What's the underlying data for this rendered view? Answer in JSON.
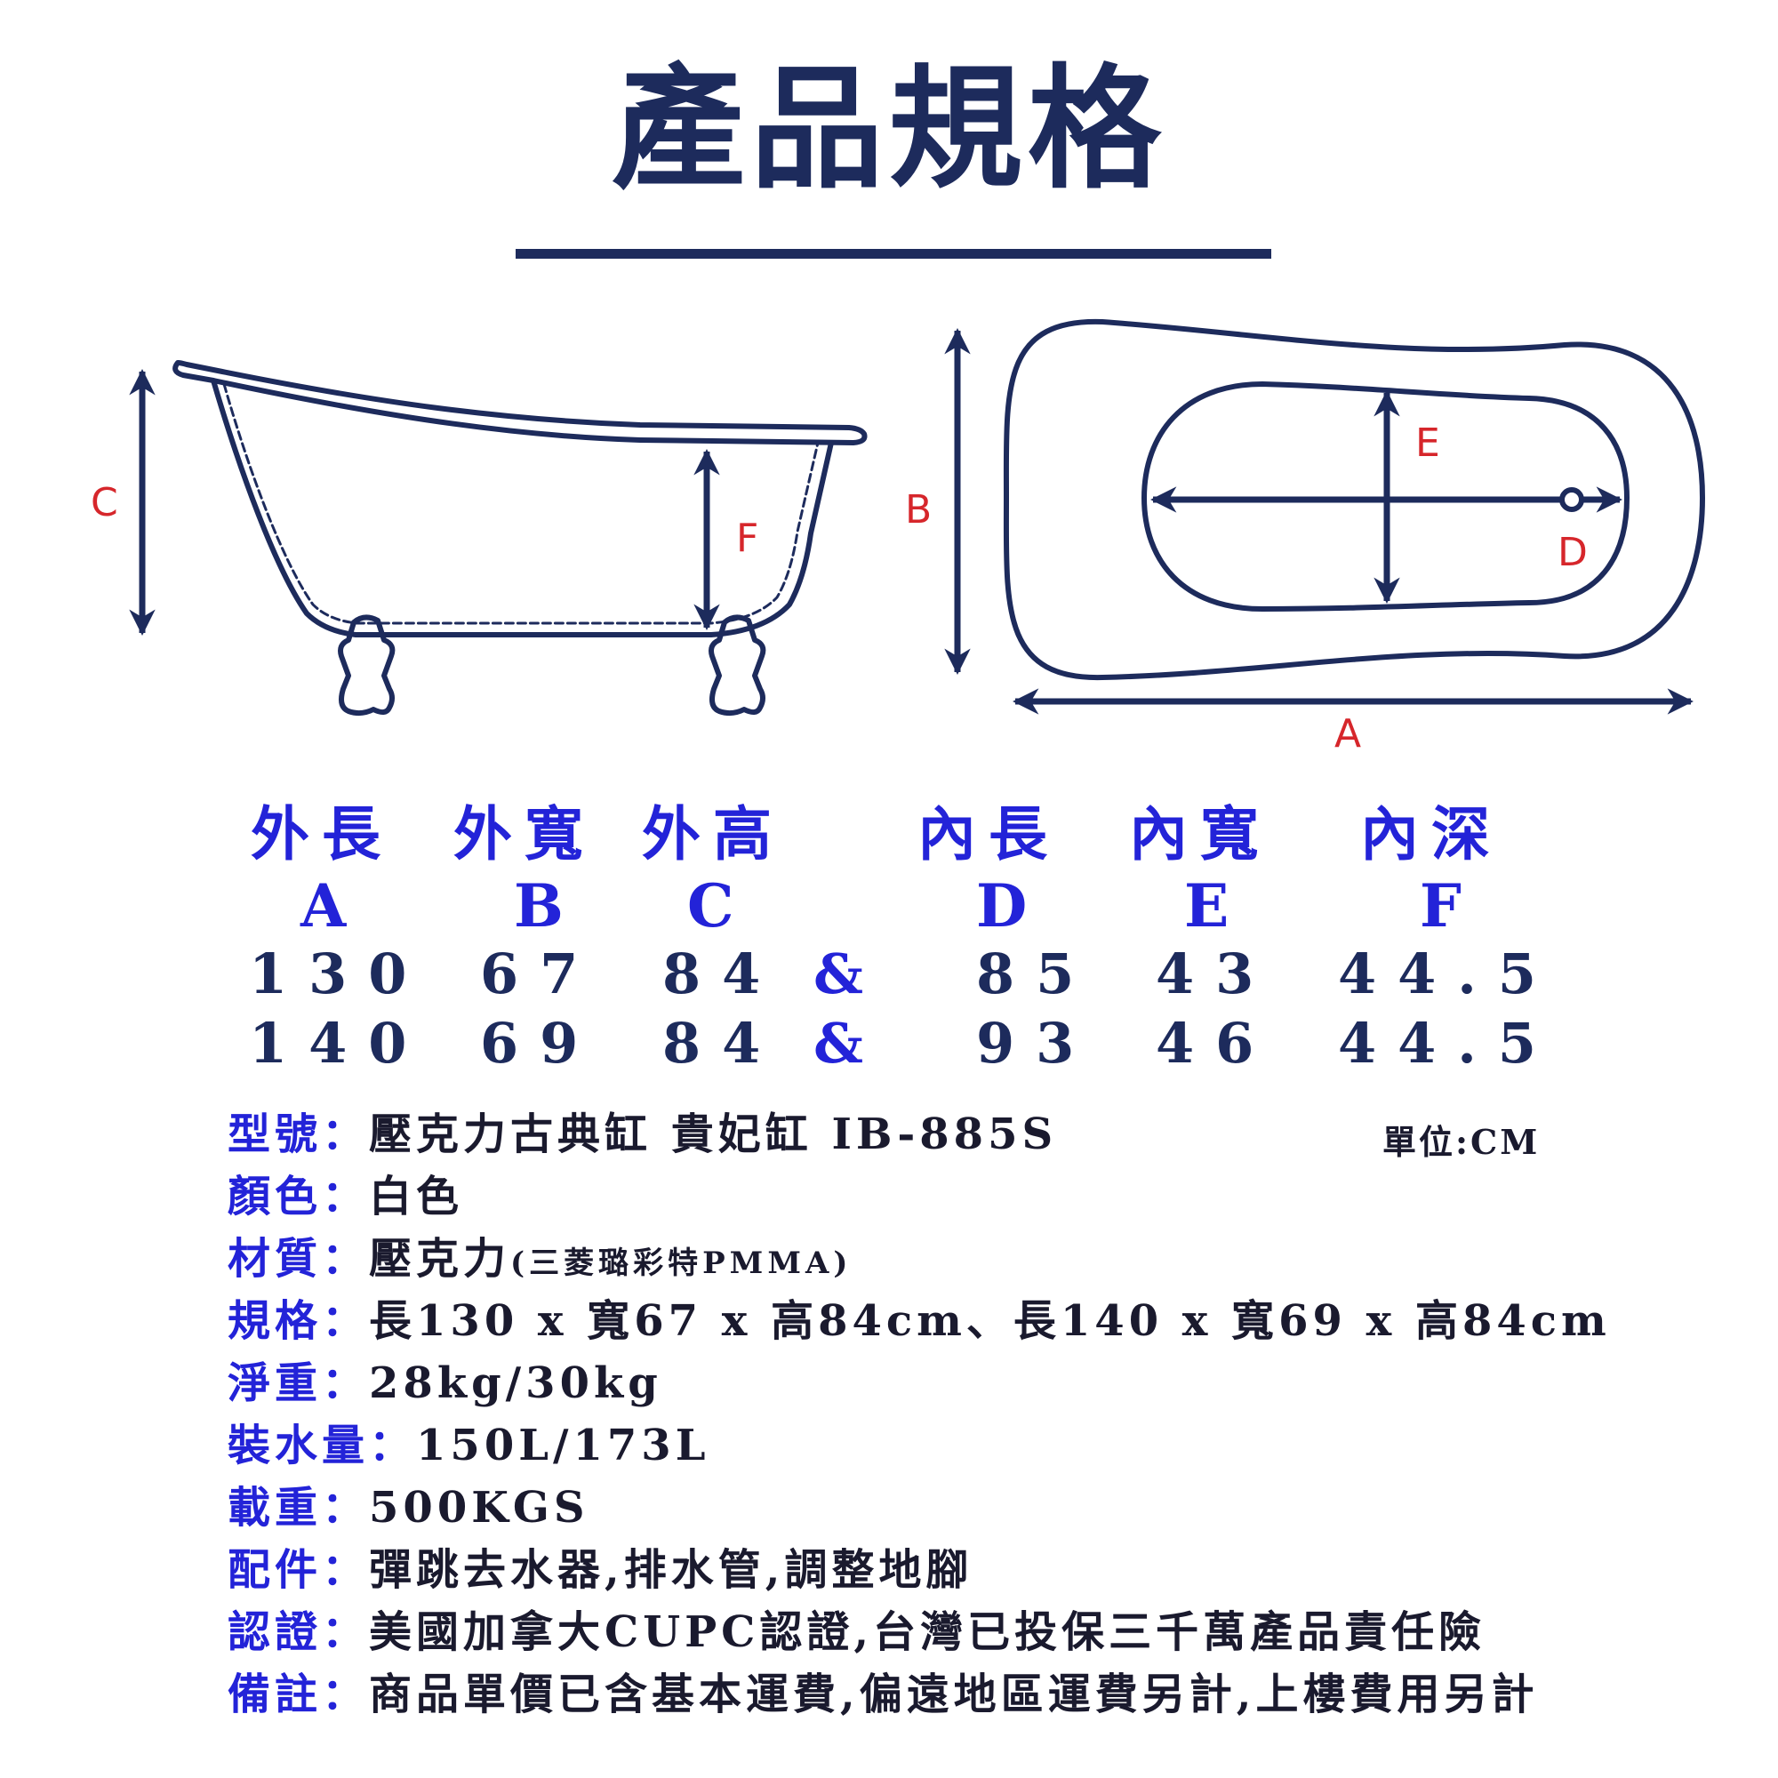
{
  "title": "產品規格",
  "diagram": {
    "labels": {
      "a": "A",
      "b": "B",
      "c": "C",
      "d": "D",
      "e": "E",
      "f": "F"
    },
    "colors": {
      "line": "#1d2b5c",
      "label": "#d6262b"
    }
  },
  "table": {
    "headers": [
      "外長",
      "外寬",
      "外高",
      "內長",
      "內寬",
      "內深"
    ],
    "letters": [
      "A",
      "B",
      "C",
      "D",
      "E",
      "F"
    ],
    "rows": [
      {
        "outer": [
          "130",
          "67",
          "84"
        ],
        "sep": "&",
        "inner": [
          "85",
          "43",
          "44.5"
        ]
      },
      {
        "outer": [
          "140",
          "69",
          "84"
        ],
        "sep": "&",
        "inner": [
          "93",
          "46",
          "44.5"
        ]
      }
    ]
  },
  "unit": "單位:CM",
  "specs": {
    "model": {
      "key": "型號：",
      "value": "壓克力古典缸 貴妃缸 IB-885S"
    },
    "color": {
      "key": "顏色：",
      "value": "白色"
    },
    "material": {
      "key": "材質：",
      "value": "壓克力",
      "note": "(三菱璐彩特PMMA)"
    },
    "size": {
      "key": "規格：",
      "value": "長130 x 寬67 x 高84cm、長140 x 寬69 x 高84cm"
    },
    "weight": {
      "key": "淨重：",
      "value": "28kg/30kg"
    },
    "capacity": {
      "key": "裝水量：",
      "value": "150L/173L"
    },
    "load": {
      "key": "載重：",
      "value": "500KGS"
    },
    "accessories": {
      "key": "配件：",
      "value": "彈跳去水器,排水管,調整地腳"
    },
    "certification": {
      "key": "認證：",
      "value": "美國加拿大CUPC認證,台灣已投保三千萬產品責任險"
    },
    "remarks": {
      "key": "備註：",
      "value": "商品單價已含基本運費,偏遠地區運費另計,上樓費用另計"
    }
  },
  "colors": {
    "navy": "#1d2b5c",
    "blue": "#2323d8",
    "red": "#d6262b"
  }
}
